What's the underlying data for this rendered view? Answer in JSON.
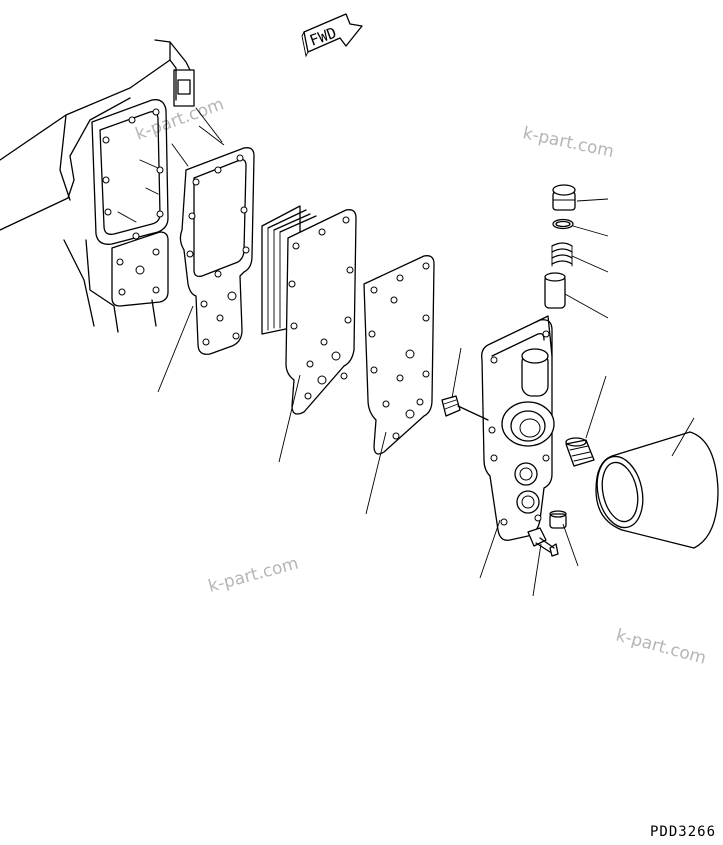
{
  "direction_label": "FWD",
  "watermark_text": "k-part.com",
  "drawing_code": "PDD3266"
}
